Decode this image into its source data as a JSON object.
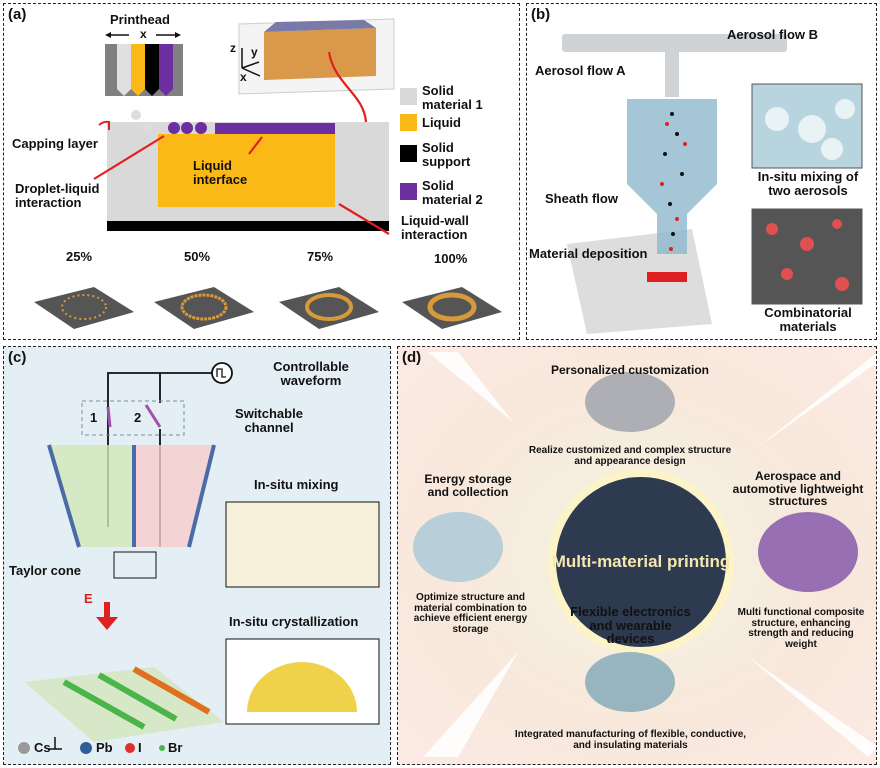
{
  "panel_a": {
    "label": "(a)",
    "printhead": "Printhead",
    "axis_x": "x",
    "axes3d": {
      "z": "z",
      "y": "y",
      "x": "x"
    },
    "capping_layer": "Capping layer",
    "droplet_liquid": "Droplet-liquid interaction",
    "liquid_interface": "Liquid interface",
    "liquid_wall": "Liquid-wall interaction",
    "legend": [
      {
        "label": "Solid material 1",
        "color": "#d9d9d9"
      },
      {
        "label": "Liquid",
        "color": "#fbb918"
      },
      {
        "label": "Solid support",
        "color": "#000000"
      },
      {
        "label": "Solid material 2",
        "color": "#6b2fa0"
      }
    ],
    "progress": [
      "25%",
      "50%",
      "75%",
      "100%"
    ]
  },
  "panel_b": {
    "label": "(b)",
    "flow_a": "Aerosol flow A",
    "flow_b": "Aerosol flow B",
    "sheath": "Sheath flow",
    "deposition": "Material deposition",
    "mixing": "In-situ mixing of two aerosols",
    "combinatorial": "Combinatorial materials"
  },
  "panel_c": {
    "label": "(c)",
    "waveform": "Controllable waveform",
    "channel": "Switchable channel",
    "ch1": "1",
    "ch2": "2",
    "mixing": "In-situ mixing",
    "taylor": "Taylor cone",
    "field": "E",
    "crystallization": "In-situ crystallization",
    "legend": [
      {
        "label": "Cs",
        "color": "#9a9a9a"
      },
      {
        "label": "Pb",
        "color": "#2f5f96"
      },
      {
        "label": "I",
        "color": "#e0302a"
      },
      {
        "label": "Br",
        "color": "#4cb84c"
      }
    ]
  },
  "panel_d": {
    "label": "(d)",
    "center": "Multi-material printing",
    "top_title": "Personalized customization",
    "top_desc": "Realize customized and complex structure and appearance design",
    "left_title": "Energy storage and collection",
    "left_desc": "Optimize structure and material combination to achieve efficient energy storage",
    "right_title": "Aerospace and automotive lightweight structures",
    "right_desc": "Multi functional composite structure, enhancing strength and reducing weight",
    "bottom_title": "Flexible electronics and wearable devices",
    "bottom_desc": "Integrated manufacturing of flexible, conductive, and insulating materials"
  }
}
